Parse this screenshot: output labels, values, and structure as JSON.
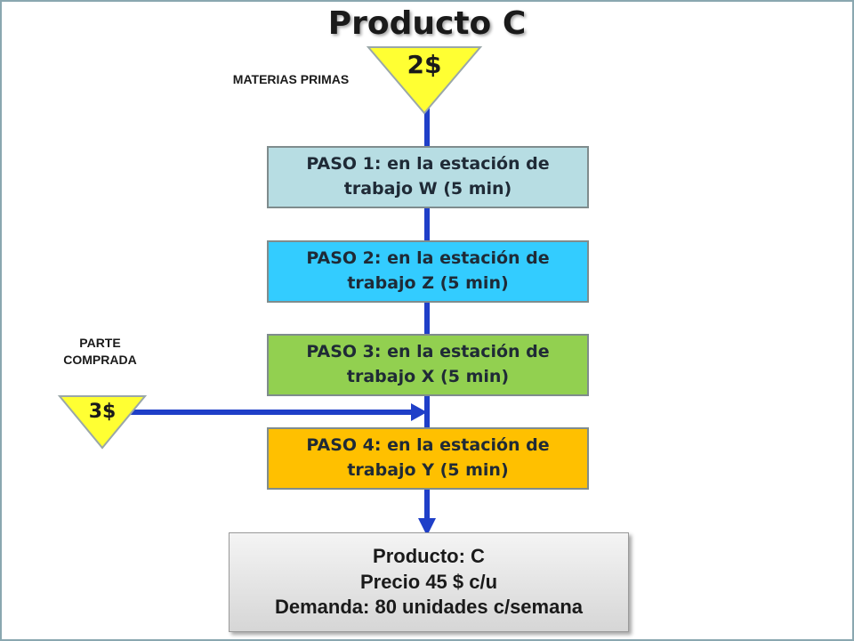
{
  "title": "Producto C",
  "raw_materials": {
    "label": "MATERIAS PRIMAS",
    "cost": "2$"
  },
  "purchased_part": {
    "label_line1": "PARTE",
    "label_line2": "COMPRADA",
    "cost": "3$"
  },
  "steps": [
    {
      "text": "PASO 1: en la estación de\ntrabajo W (5 min)",
      "color": "#b7dde3"
    },
    {
      "text": "PASO 2: en la estación de\ntrabajo Z (5 min)",
      "color": "#33ccff"
    },
    {
      "text": "PASO 3: en la estación de\ntrabajo X (5 min)",
      "color": "#92d050"
    },
    {
      "text": "PASO 4: en la estación de\ntrabajo  Y (5 min)",
      "color": "#ffc000"
    }
  ],
  "product": {
    "line1": "Producto: C",
    "line2": "Precio 45 $ c/u",
    "line3": "Demanda: 80 unidades c/semana"
  },
  "colors": {
    "flow_line": "#1f3fc8",
    "triangle_fill": "#ffff33"
  }
}
